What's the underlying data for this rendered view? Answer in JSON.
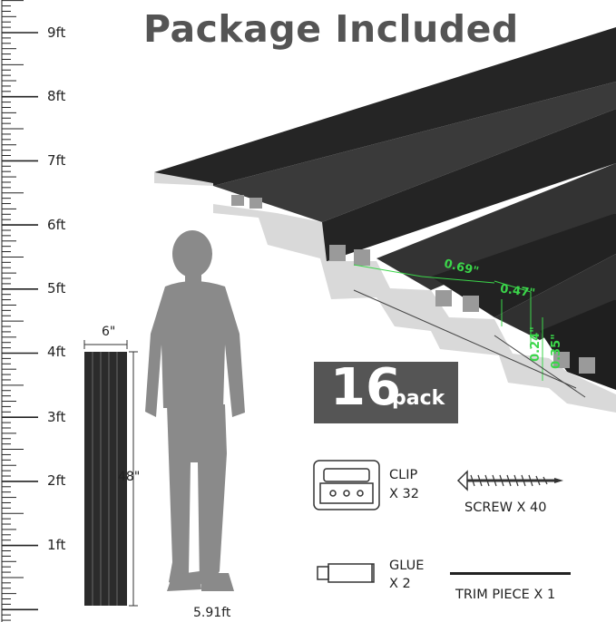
{
  "title": "Package Included",
  "ruler": {
    "labels": [
      "9ft",
      "8ft",
      "7ft",
      "6ft",
      "5ft",
      "4ft",
      "3ft",
      "2ft",
      "1ft"
    ]
  },
  "panel_swatch": {
    "width_label": "6\"",
    "height_label": "48\""
  },
  "person": {
    "height_label": "5.91ft"
  },
  "profile_dimensions": {
    "d1": "0.69\"",
    "d2": "0.47\"",
    "d3": "0.24\"",
    "d4": "0.35\""
  },
  "pack_badge": {
    "count": "16",
    "word": "pack"
  },
  "accessories": {
    "clip_name": "CLIP",
    "clip_qty": "X 32",
    "screw": "SCREW X 40",
    "glue_name": "GLUE",
    "glue_qty": "X 2",
    "trim": "TRIM PIECE X 1"
  },
  "colors": {
    "panel": "#2b2b2b",
    "badge": "#555555",
    "dimension_green": "#3bd64a",
    "silhouette": "#8a8a8a"
  },
  "icons": [
    "ruler-icon",
    "person-silhouette",
    "panel-3d-image",
    "clip-icon",
    "screw-icon",
    "glue-tube-icon",
    "trim-line-icon"
  ]
}
